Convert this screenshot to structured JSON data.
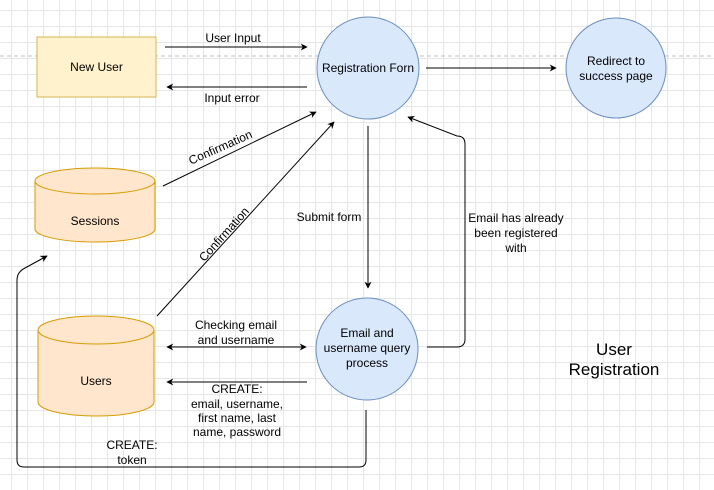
{
  "nodes": {
    "new_user": "New User",
    "registration_form": "Registration Forn",
    "redirect": [
      "Redirect to",
      "success page"
    ],
    "sessions": "Sessions",
    "users": "Users",
    "email_query": [
      "Email and",
      "username query",
      "process"
    ]
  },
  "edges": {
    "user_input": "User Input",
    "input_error": "Input error",
    "confirmation_sessions": "Confirmation",
    "confirmation_users": "Confirmation",
    "submit_form": "Submit form",
    "already_registered": [
      "Email has already",
      "been registered",
      "with"
    ],
    "checking": [
      "Checking email",
      "and username"
    ],
    "create_user": [
      "CREATE:",
      "email, username,",
      "first name, last",
      "name, password"
    ],
    "create_token": [
      "CREATE:",
      "token"
    ]
  },
  "title": [
    "User",
    "Registration"
  ],
  "colors": {
    "yellow_fill": "#fff2cc",
    "yellow_stroke": "#d6b656",
    "blue_fill": "#dae8fc",
    "blue_stroke": "#6c8ebf",
    "orange_fill": "#ffe6cc",
    "orange_stroke": "#d79b00"
  }
}
